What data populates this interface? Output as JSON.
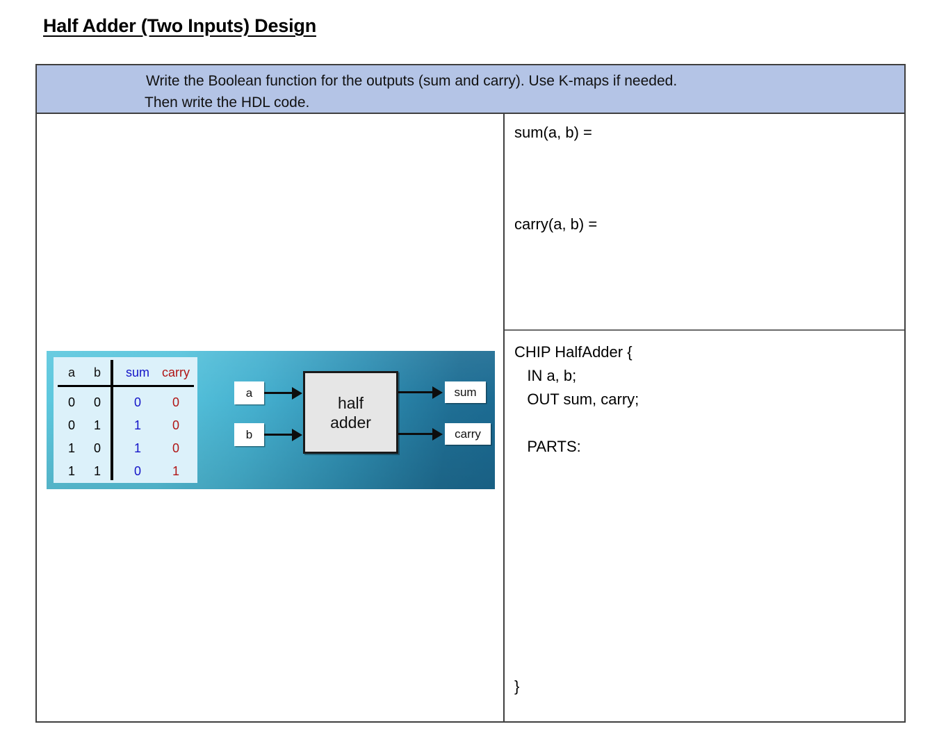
{
  "page": {
    "title": "Half Adder (Two Inputs) Design"
  },
  "worksheet": {
    "prompt": {
      "line1": "Write the Boolean function for the outputs (sum and carry).  Use K-maps if needed.",
      "line2": "Then write the HDL code."
    },
    "functions": {
      "sum_label": "sum(a, b) =",
      "carry_label": "carry(a, b) ="
    },
    "hdl": {
      "line1": "CHIP HalfAdder {",
      "line2": "   IN a, b;",
      "line3": "   OUT sum, carry;",
      "line4": "   PARTS:",
      "close": "}"
    }
  },
  "figure": {
    "truth_table": {
      "headers": [
        "a",
        "b",
        "sum",
        "carry"
      ],
      "rows": [
        [
          "0",
          "0",
          "0",
          "0"
        ],
        [
          "0",
          "1",
          "1",
          "0"
        ],
        [
          "1",
          "0",
          "1",
          "0"
        ],
        [
          "1",
          "1",
          "0",
          "1"
        ]
      ],
      "colors": {
        "sum": "#1414c8",
        "carry": "#b01414",
        "background": "#dcf1fa"
      }
    },
    "block_diagram": {
      "input_a": "a",
      "input_b": "b",
      "block_line1": "half",
      "block_line2": "adder",
      "output_sum": "sum",
      "output_carry": "carry"
    },
    "background_colors": {
      "teal_light": "#5ec8de",
      "teal_dark": "#1b6a92"
    }
  }
}
